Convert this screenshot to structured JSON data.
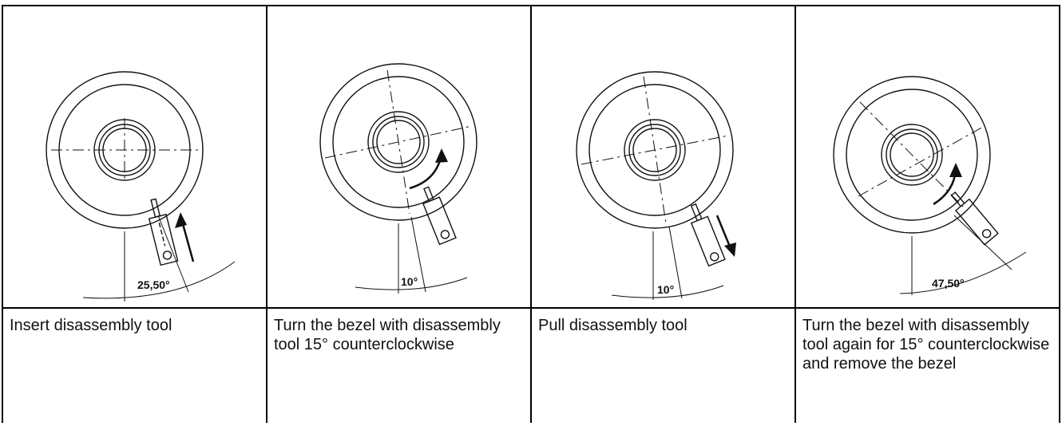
{
  "steps": [
    {
      "caption": "Insert disassembly tool",
      "angle_label": "25,50°"
    },
    {
      "caption": "Turn the bezel with disassembly tool 15° counterclockwise",
      "angle_label": "10°"
    },
    {
      "caption": "Pull disassembly tool",
      "angle_label": "10°"
    },
    {
      "caption": "Turn the bezel with disassembly tool again for 15° counterclockwise and remove the bezel",
      "angle_label": "47,50°"
    }
  ]
}
